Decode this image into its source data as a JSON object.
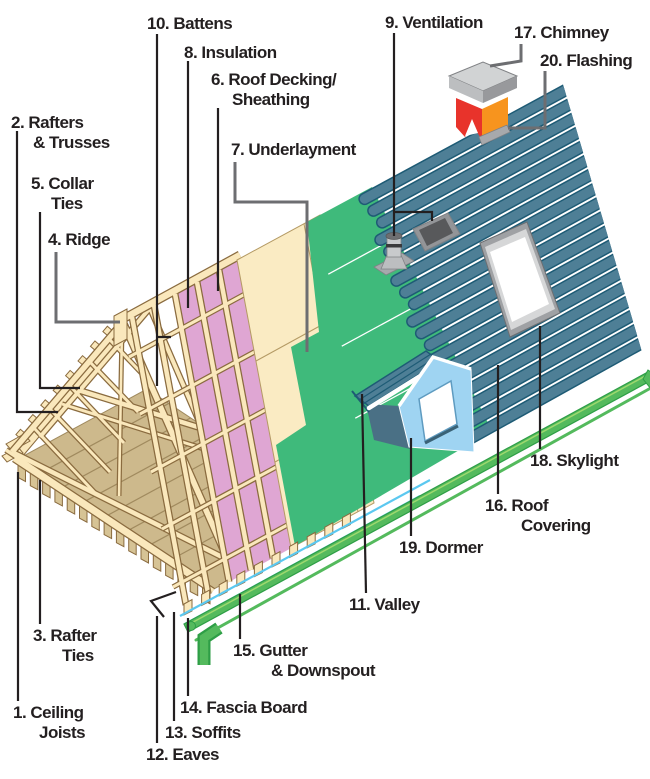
{
  "diagram_title": "Roof anatomy diagram",
  "colors": {
    "framing": "#FAE8BC",
    "framing_outline": "#8A6B3F",
    "deck": "#CDB98C",
    "deck_line": "#A08A5E",
    "deck_tooth": "#D6C395",
    "insulation": "#DFA6D3",
    "decking": "#FAEBC3",
    "decking_seam": "#B49A64",
    "underlayment": "#3FBA7B",
    "roof_covering": "#4E7F96",
    "covering_outline": "#1E5B75",
    "dormer_face": "#9FD4F2",
    "dormer_shadow": "#4A7085",
    "gutter": "#54BA5D",
    "gutter_outline": "#2E9E46",
    "gutter_highlight": "#9ED96E",
    "fascia_drip": "#5BC8F0",
    "chimney_red": "#E8332B",
    "chimney_orange": "#F7941E",
    "metal_light": "#D1D3D4",
    "metal_mid": "#BCBEC0",
    "metal_dark": "#A7A9AC",
    "leader_dark": "#231F20",
    "leader_gray": "#6D6E71",
    "label_text": "#231F20"
  },
  "labels": {
    "ceiling_joists": {
      "line1": "1. Ceiling",
      "line2": "Joists"
    },
    "rafters_trusses": {
      "line1": "2. Rafters",
      "line2": "& Trusses"
    },
    "rafter_ties": {
      "line1": "3. Rafter",
      "line2": "Ties"
    },
    "ridge": {
      "line1": "4. Ridge"
    },
    "collar_ties": {
      "line1": "5. Collar",
      "line2": "Ties"
    },
    "roof_decking": {
      "line1": "6. Roof Decking/",
      "line2": "Sheathing"
    },
    "underlayment": {
      "line1": "7. Underlayment"
    },
    "insulation": {
      "line1": "8. Insulation"
    },
    "ventilation": {
      "line1": "9. Ventilation"
    },
    "battens": {
      "line1": "10. Battens"
    },
    "valley": {
      "line1": "11. Valley"
    },
    "eaves": {
      "line1": "12. Eaves"
    },
    "soffits": {
      "line1": "13. Soffits"
    },
    "fascia_board": {
      "line1": "14. Fascia Board"
    },
    "gutter_downspout": {
      "line1": "15. Gutter",
      "line2": "& Downspout"
    },
    "roof_covering": {
      "line1": "16. Roof",
      "line2": "Covering"
    },
    "chimney": {
      "line1": "17. Chimney"
    },
    "skylight": {
      "line1": "18. Skylight"
    },
    "dormer": {
      "line1": "19. Dormer"
    },
    "flashing": {
      "line1": "20. Flashing"
    }
  }
}
